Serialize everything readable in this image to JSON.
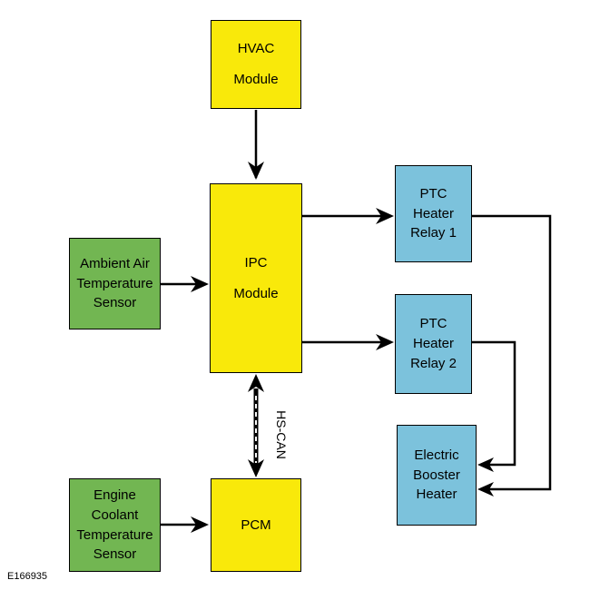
{
  "colors": {
    "module": "#f9e90a",
    "relay": "#7cc2dc",
    "sensor": "#72b652",
    "line": "#000000"
  },
  "boxes": {
    "hvac": [
      "HVAC",
      "Module"
    ],
    "ipc": [
      "IPC",
      "Module"
    ],
    "pcm": [
      "PCM"
    ],
    "ambient": [
      "Ambient Air",
      "Temperature",
      "Sensor"
    ],
    "coolant": [
      "Engine",
      "Coolant",
      "Temperature",
      "Sensor"
    ],
    "relay1": [
      "PTC",
      "Heater",
      "Relay 1"
    ],
    "relay2": [
      "PTC",
      "Heater",
      "Relay 2"
    ],
    "booster": [
      "Electric",
      "Booster",
      "Heater"
    ]
  },
  "labels": {
    "hs_can": "HS-CAN",
    "figure_id": "E166935"
  }
}
